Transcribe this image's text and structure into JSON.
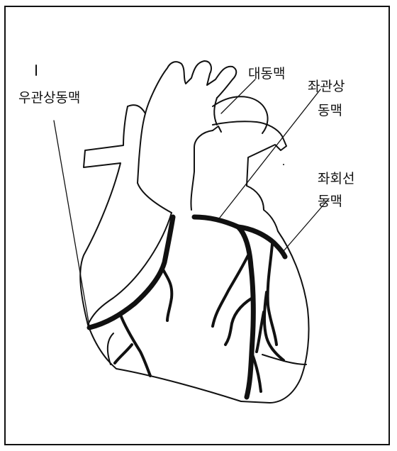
{
  "diagram": {
    "labels": {
      "aorta": "대동맥",
      "right_coronary_artery": "우관상동맥",
      "left_coronary_line1": "좌관상",
      "left_coronary_line2": "동맥",
      "left_circumflex_line1": "좌회선",
      "left_circumflex_line2": "동맥"
    },
    "colors": {
      "ink": "#111111",
      "background": "#ffffff"
    }
  }
}
